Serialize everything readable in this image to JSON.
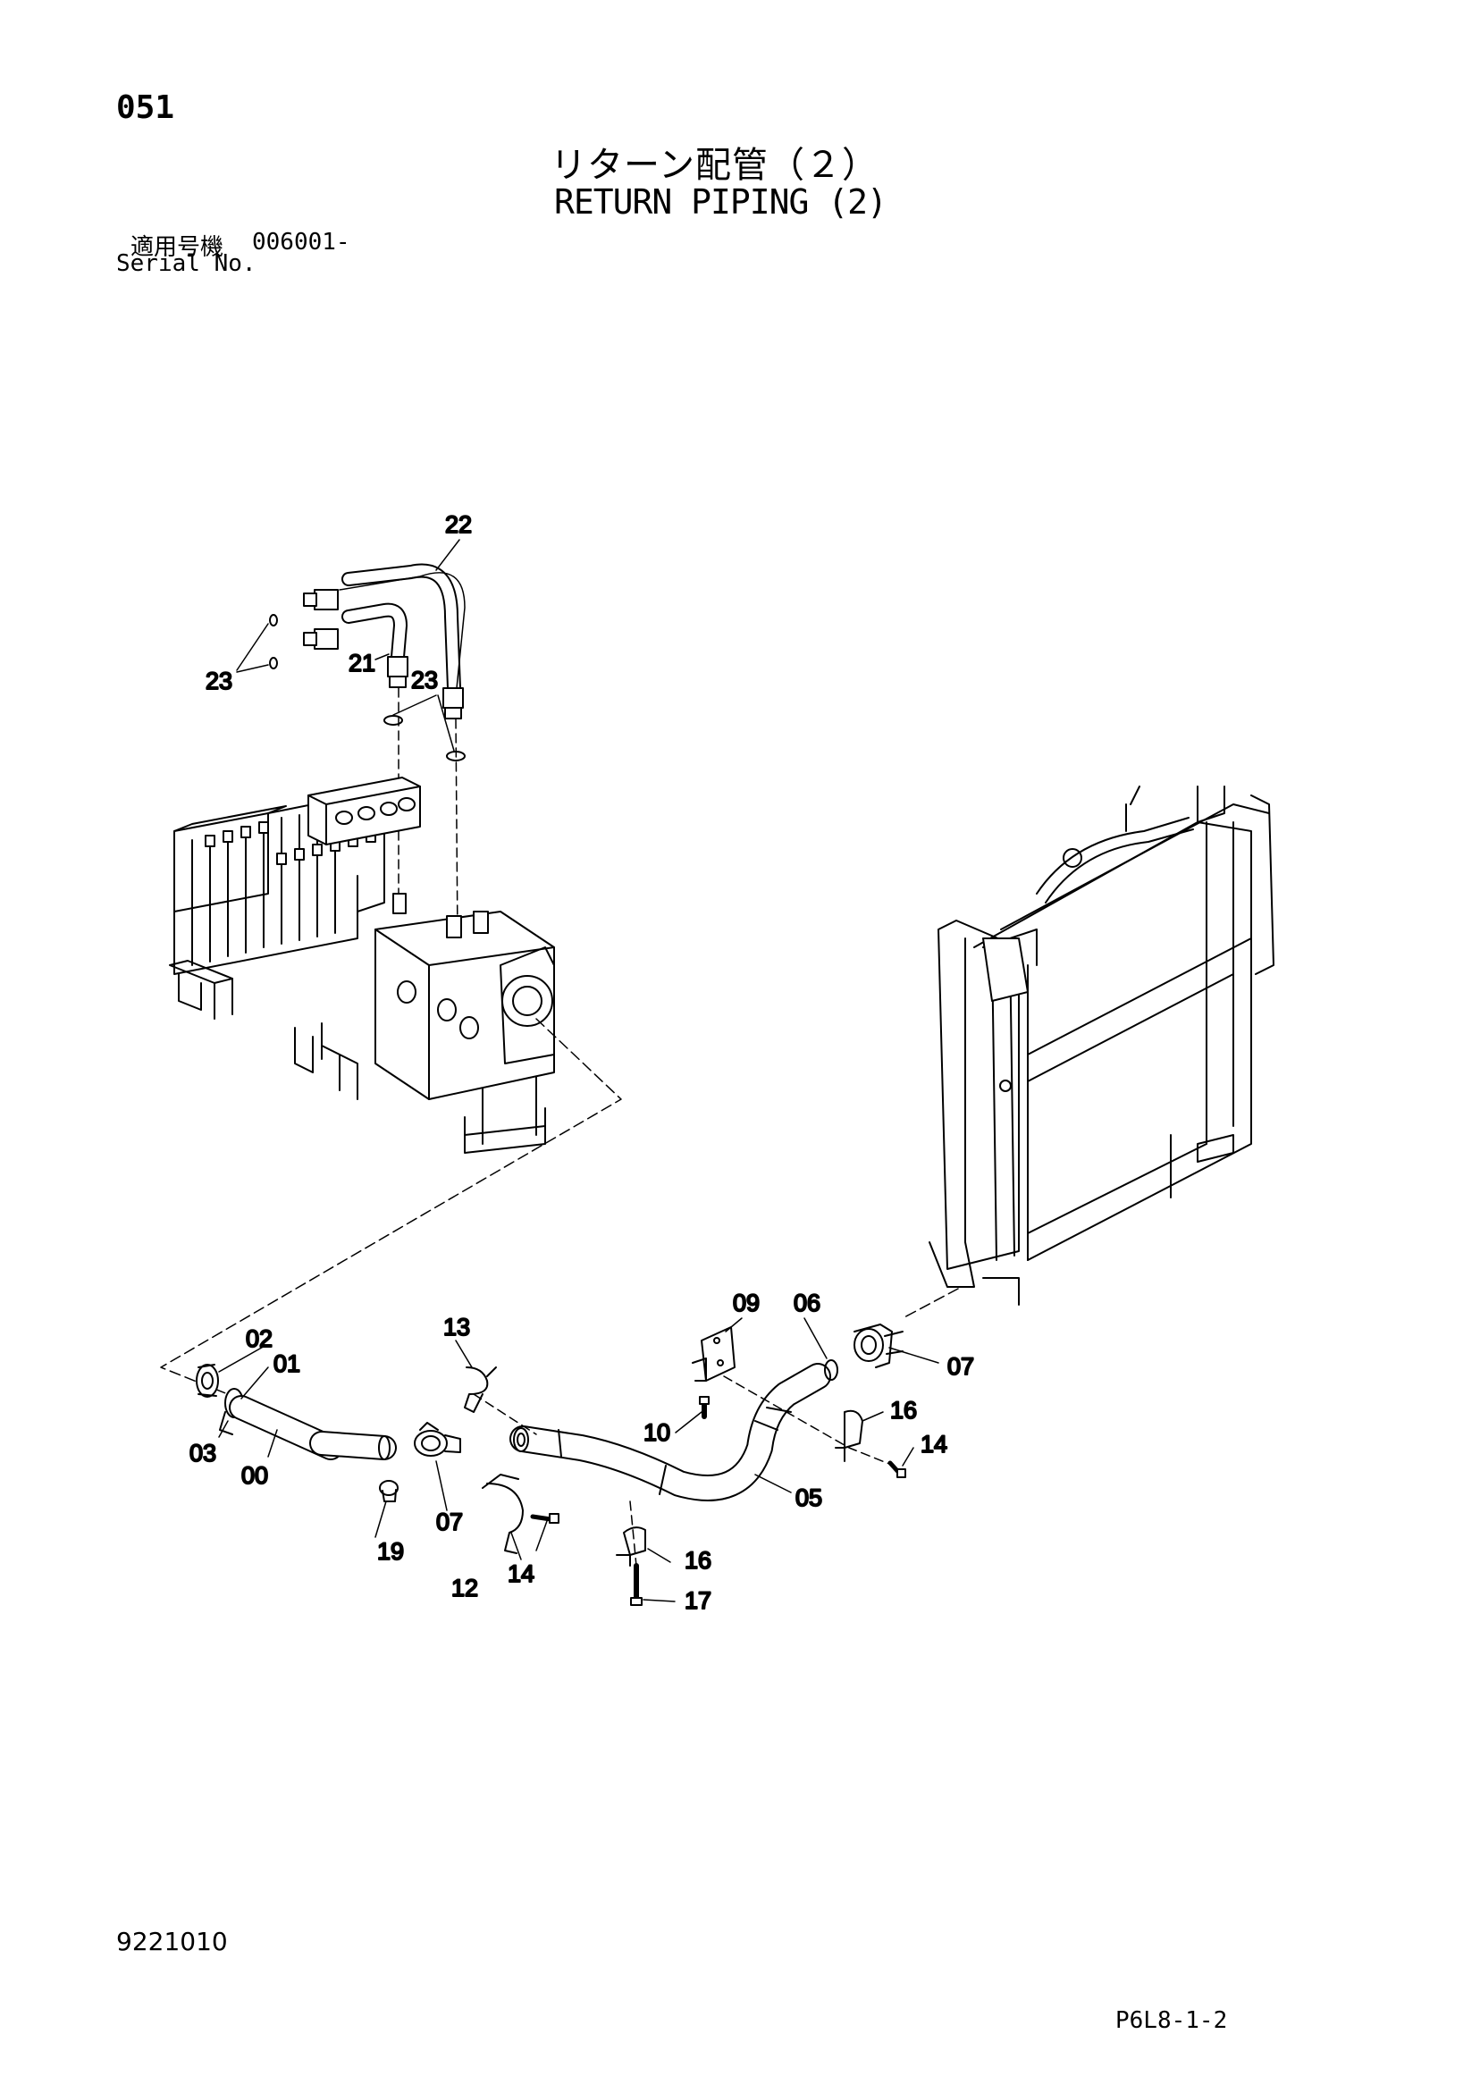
{
  "header": {
    "page_number": "051",
    "title_jp": "リターン配管（２）",
    "title_en": "RETURN PIPING (2)",
    "serial_label_jp": "適用号機",
    "serial_value": "006001-",
    "serial_label_en": "Serial No."
  },
  "callouts": {
    "c00": "00",
    "c01": "01",
    "c02": "02",
    "c03": "03",
    "c05": "05",
    "c06": "06",
    "c07a": "07",
    "c07b": "07",
    "c09": "09",
    "c10": "10",
    "c12": "12",
    "c13": "13",
    "c14a": "14",
    "c14b": "14",
    "c16a": "16",
    "c16b": "16",
    "c17": "17",
    "c19": "19",
    "c21": "21",
    "c22": "22",
    "c23a": "23",
    "c23b": "23"
  },
  "footer": {
    "drawing_code": "9221010",
    "page_code": "P6L8-1-2"
  }
}
